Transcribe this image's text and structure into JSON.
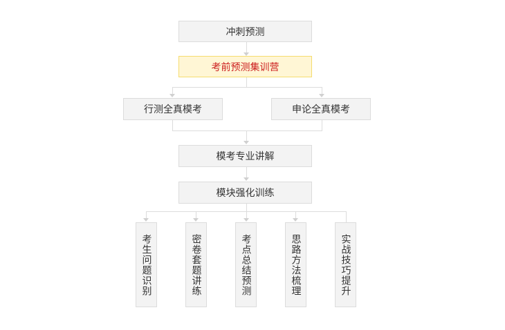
{
  "diagram": {
    "nodes": {
      "sprint": "冲刺预测",
      "camp": "考前预测集训营",
      "xingce_mock": "行测全真模考",
      "shenlun_mock": "申论全真模考",
      "mock_explain": "模考专业讲解",
      "module_training": "模块强化训练"
    },
    "leaves": [
      "考生问题识别",
      "密卷套题讲练",
      "考点总结预测",
      "思路方法梳理",
      "实战技巧提升"
    ],
    "colors": {
      "box_bg": "#f3f3f3",
      "box_border": "#dcdcdc",
      "highlight_bg": "#fff6d5",
      "highlight_border": "#f5dc6e",
      "highlight_text": "#cc1f1f",
      "text": "#333333",
      "connector": "#dcdcdc"
    }
  }
}
